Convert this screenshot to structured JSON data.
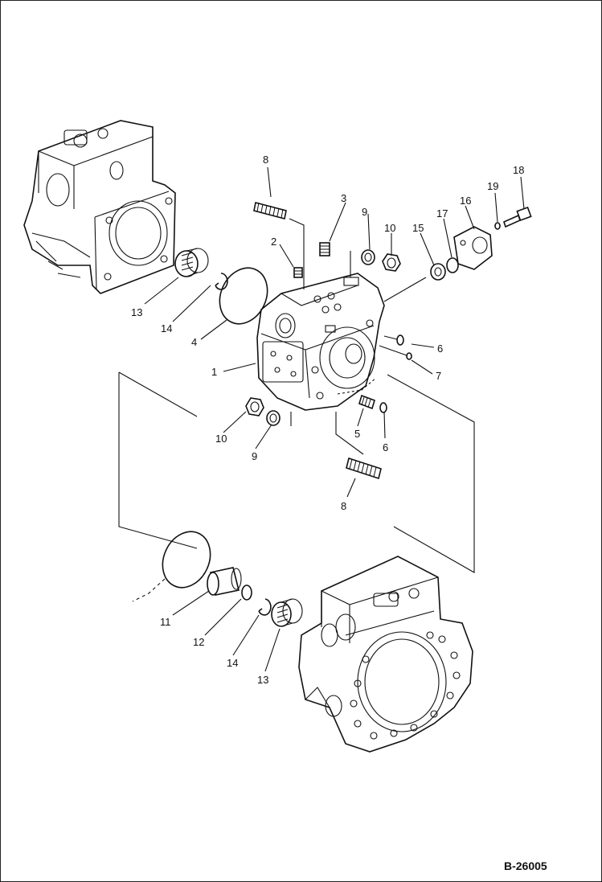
{
  "drawing": {
    "reference": "B-26005",
    "callouts": {
      "c1": "1",
      "c2": "2",
      "c3": "3",
      "c4": "4",
      "c5": "5",
      "c6a": "6",
      "c6b": "6",
      "c7": "7",
      "c8a": "8",
      "c8b": "8",
      "c9a": "9",
      "c9b": "9",
      "c10a": "10",
      "c10b": "10",
      "c11": "11",
      "c12": "12",
      "c13a": "13",
      "c13b": "13",
      "c14a": "14",
      "c14b": "14",
      "c15": "15",
      "c16": "16",
      "c17": "17",
      "c18": "18",
      "c19": "19"
    }
  }
}
